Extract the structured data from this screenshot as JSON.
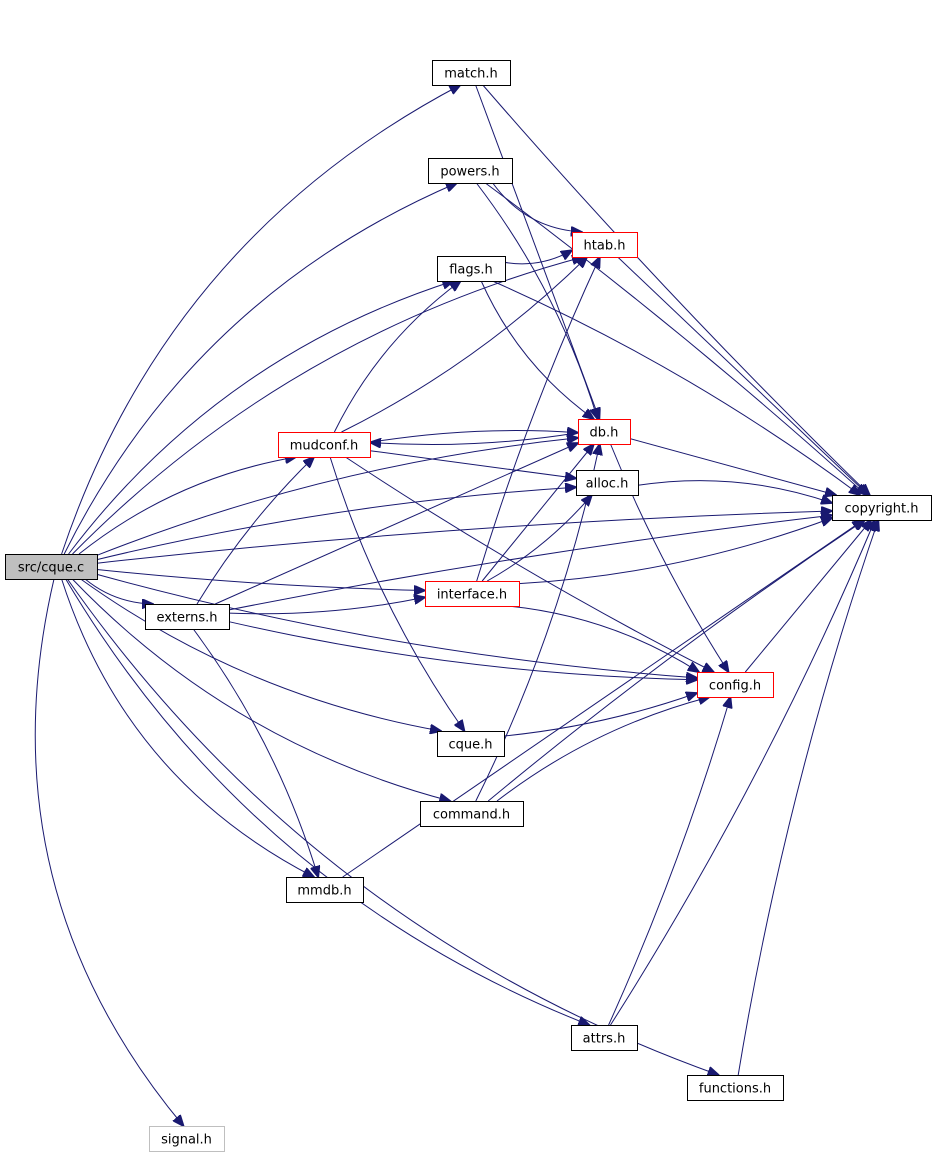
{
  "diagram": {
    "nodes": [
      {
        "id": "cque_c",
        "label": "src/cque.c",
        "style": "source"
      },
      {
        "id": "match_h",
        "label": "match.h",
        "style": "normal"
      },
      {
        "id": "powers_h",
        "label": "powers.h",
        "style": "normal"
      },
      {
        "id": "htab_h",
        "label": "htab.h",
        "style": "red"
      },
      {
        "id": "flags_h",
        "label": "flags.h",
        "style": "normal"
      },
      {
        "id": "db_h",
        "label": "db.h",
        "style": "red"
      },
      {
        "id": "mudconf_h",
        "label": "mudconf.h",
        "style": "red"
      },
      {
        "id": "alloc_h",
        "label": "alloc.h",
        "style": "normal"
      },
      {
        "id": "copyright_h",
        "label": "copyright.h",
        "style": "normal"
      },
      {
        "id": "interface_h",
        "label": "interface.h",
        "style": "red"
      },
      {
        "id": "externs_h",
        "label": "externs.h",
        "style": "normal"
      },
      {
        "id": "config_h",
        "label": "config.h",
        "style": "red"
      },
      {
        "id": "cque_h",
        "label": "cque.h",
        "style": "normal"
      },
      {
        "id": "command_h",
        "label": "command.h",
        "style": "normal"
      },
      {
        "id": "mmdb_h",
        "label": "mmdb.h",
        "style": "normal"
      },
      {
        "id": "attrs_h",
        "label": "attrs.h",
        "style": "normal"
      },
      {
        "id": "functions_h",
        "label": "functions.h",
        "style": "normal"
      },
      {
        "id": "signal_h",
        "label": "signal.h",
        "style": "gray"
      }
    ],
    "edges": [
      [
        "cque_c",
        "match_h"
      ],
      [
        "cque_c",
        "powers_h"
      ],
      [
        "cque_c",
        "htab_h"
      ],
      [
        "cque_c",
        "flags_h"
      ],
      [
        "cque_c",
        "db_h"
      ],
      [
        "cque_c",
        "mudconf_h"
      ],
      [
        "cque_c",
        "alloc_h"
      ],
      [
        "cque_c",
        "copyright_h"
      ],
      [
        "cque_c",
        "interface_h"
      ],
      [
        "cque_c",
        "externs_h"
      ],
      [
        "cque_c",
        "config_h"
      ],
      [
        "cque_c",
        "cque_h"
      ],
      [
        "cque_c",
        "command_h"
      ],
      [
        "cque_c",
        "mmdb_h"
      ],
      [
        "cque_c",
        "attrs_h"
      ],
      [
        "cque_c",
        "functions_h"
      ],
      [
        "cque_c",
        "signal_h"
      ],
      [
        "match_h",
        "db_h"
      ],
      [
        "match_h",
        "copyright_h"
      ],
      [
        "powers_h",
        "htab_h"
      ],
      [
        "powers_h",
        "db_h"
      ],
      [
        "powers_h",
        "copyright_h"
      ],
      [
        "htab_h",
        "copyright_h"
      ],
      [
        "flags_h",
        "htab_h"
      ],
      [
        "flags_h",
        "db_h"
      ],
      [
        "flags_h",
        "copyright_h"
      ],
      [
        "db_h",
        "mudconf_h"
      ],
      [
        "db_h",
        "copyright_h"
      ],
      [
        "db_h",
        "config_h"
      ],
      [
        "mudconf_h",
        "htab_h"
      ],
      [
        "mudconf_h",
        "flags_h"
      ],
      [
        "mudconf_h",
        "db_h"
      ],
      [
        "mudconf_h",
        "alloc_h"
      ],
      [
        "mudconf_h",
        "config_h"
      ],
      [
        "mudconf_h",
        "cque_h"
      ],
      [
        "alloc_h",
        "copyright_h"
      ],
      [
        "interface_h",
        "htab_h"
      ],
      [
        "interface_h",
        "db_h"
      ],
      [
        "interface_h",
        "alloc_h"
      ],
      [
        "interface_h",
        "copyright_h"
      ],
      [
        "interface_h",
        "config_h"
      ],
      [
        "externs_h",
        "mudconf_h"
      ],
      [
        "externs_h",
        "db_h"
      ],
      [
        "externs_h",
        "interface_h"
      ],
      [
        "externs_h",
        "config_h"
      ],
      [
        "externs_h",
        "mmdb_h"
      ],
      [
        "externs_h",
        "copyright_h"
      ],
      [
        "config_h",
        "copyright_h"
      ],
      [
        "cque_h",
        "config_h"
      ],
      [
        "command_h",
        "db_h"
      ],
      [
        "command_h",
        "config_h"
      ],
      [
        "command_h",
        "copyright_h"
      ],
      [
        "mmdb_h",
        "copyright_h"
      ],
      [
        "attrs_h",
        "config_h"
      ],
      [
        "attrs_h",
        "copyright_h"
      ],
      [
        "functions_h",
        "copyright_h"
      ]
    ]
  }
}
